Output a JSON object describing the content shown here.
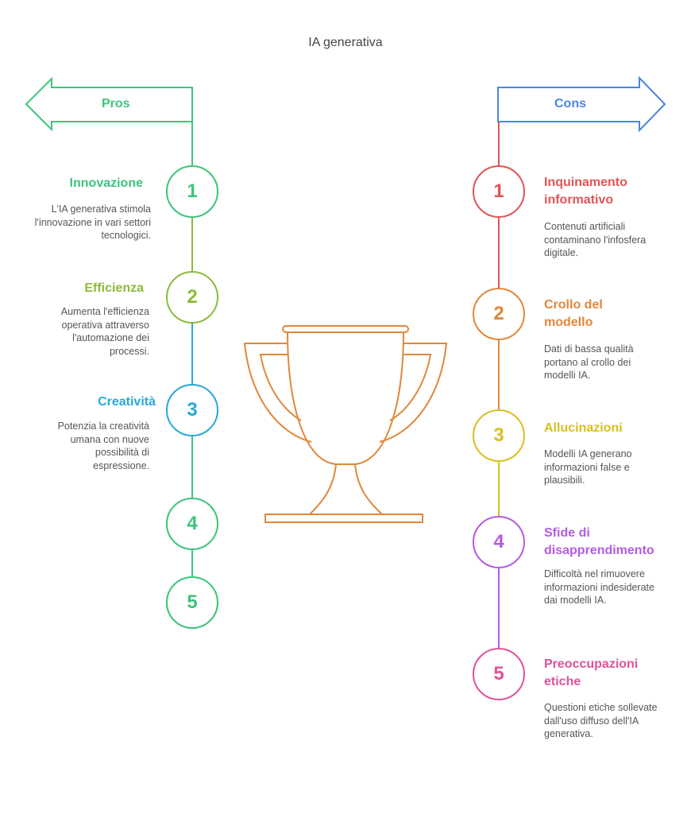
{
  "title": "IA generativa",
  "pros": {
    "label": "Pros",
    "color": "#3cc47c",
    "items": [
      {
        "num": "1",
        "title": "Innovazione",
        "desc": "L'IA generativa stimola l'innovazione in vari settori tecnologici.",
        "color": "#3cc47c"
      },
      {
        "num": "2",
        "title": "Efficienza",
        "desc": "Aumenta l'efficienza operativa attraverso l'automazione dei processi.",
        "color": "#8dbb3a"
      },
      {
        "num": "3",
        "title": "Creatività",
        "desc": "Potenzia la creatività umana con nuove possibilità di espressione.",
        "color": "#27a9d8"
      },
      {
        "num": "4",
        "color": "#3cc47c"
      },
      {
        "num": "5",
        "color": "#3cc47c"
      }
    ]
  },
  "cons": {
    "label": "Cons",
    "color": "#4a86e0",
    "items": [
      {
        "num": "1",
        "title": "Inquinamento informativo",
        "desc": "Contenuti artificiali contaminano l'infosfera digitale.",
        "color": "#e05555"
      },
      {
        "num": "2",
        "title": "Crollo del modello",
        "desc": "Dati di bassa qualità portano al crollo dei modelli IA.",
        "color": "#e0883a"
      },
      {
        "num": "3",
        "title": "Allucinazioni",
        "desc": "Modelli IA generano informazioni false e plausibili.",
        "color": "#d8c020"
      },
      {
        "num": "4",
        "title": "Sfide di disapprendimento",
        "desc": "Difficoltà nel rimuovere informazioni indesiderate dai modelli IA.",
        "color": "#b45be0"
      },
      {
        "num": "5",
        "title": "Preoccupazioni etiche",
        "desc": "Questioni etiche sollevate dall'uso diffuso dell'IA generativa.",
        "color": "#e0529a"
      }
    ]
  },
  "trophy_color": "#e0883a"
}
